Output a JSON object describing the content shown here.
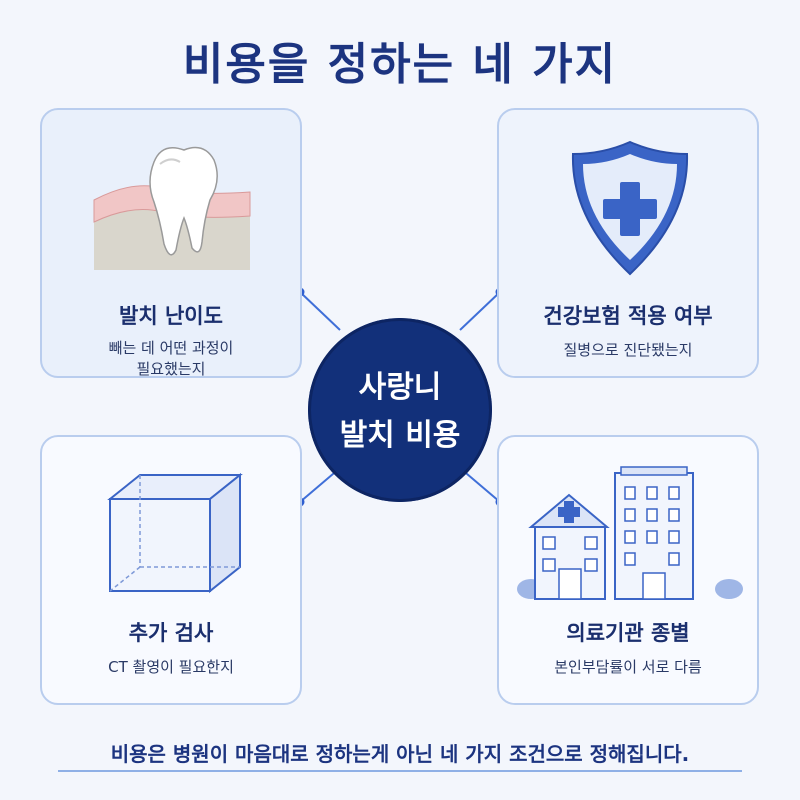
{
  "title": "비용을 정하는 네 가지",
  "center": {
    "line1": "사랑니",
    "line2": "발치 비용"
  },
  "cards": [
    {
      "title": "발치 난이도",
      "desc_line1": "빼는 데 어떤 과정이",
      "desc_line2": "필요했는지",
      "icon": "tooth-icon"
    },
    {
      "title": "건강보험 적용 여부",
      "desc_line1": "질병으로 진단됐는지",
      "icon": "shield-cross-icon"
    },
    {
      "title": "추가 검사",
      "desc_line1": "CT 촬영이 필요한지",
      "icon": "cube-icon"
    },
    {
      "title": "의료기관 종별",
      "desc_line1": "본인부담률이 서로 다름",
      "icon": "hospital-building-icon"
    }
  ],
  "footer": "비용은 병원이 마음대로 정하는게 아닌 네 가지 조건으로 정해집니다.",
  "colors": {
    "navy": "#12307a",
    "accent": "#2f5fd0",
    "card_border": "#b9cdee",
    "background": "#f3f6fc"
  }
}
